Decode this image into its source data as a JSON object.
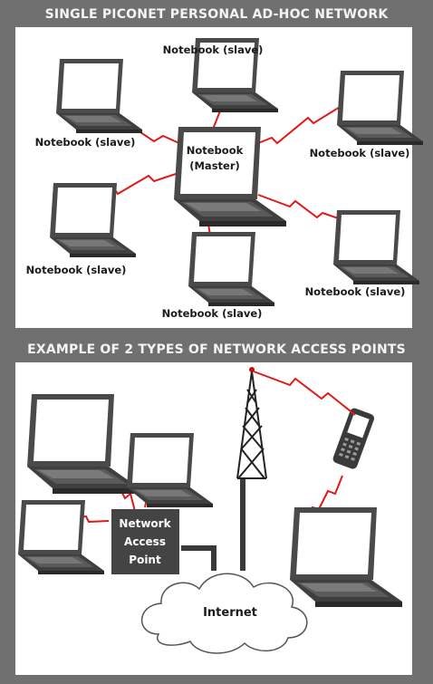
{
  "panel1": {
    "title": "SINGLE PICONET PERSONAL AD-HOC NETWORK",
    "master": {
      "line1": "Notebook",
      "line2": "(Master)"
    },
    "slave_label": "Notebook (slave)"
  },
  "panel2": {
    "title": "EXAMPLE OF 2 TYPES OF NETWORK ACCESS POINTS",
    "access_point": {
      "line1": "Network",
      "line2": "Access",
      "line3": "Point"
    },
    "internet": "Internet"
  },
  "colors": {
    "background": "#707070",
    "panel": "#ffffff",
    "laptop_dark": "#4a4a4a",
    "screen": "#ffffff",
    "signal": "#e01818"
  }
}
